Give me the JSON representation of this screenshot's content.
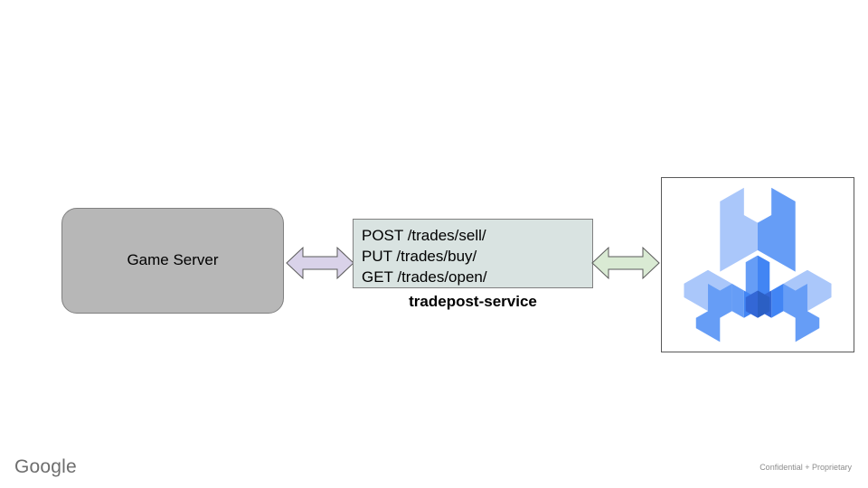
{
  "slide": {
    "background_color": "#ffffff",
    "footer": {
      "brand": "Google",
      "brand_color": "#6e6e6e",
      "confidentiality": "Confidential + Proprietary",
      "confidentiality_color": "#8c8c8c"
    }
  },
  "diagram": {
    "type": "architecture-flow",
    "nodes": [
      {
        "id": "game-server",
        "label": "Game Server",
        "shape": "rounded-rectangle",
        "fill": "#b7b7b7",
        "stroke": "#808080"
      },
      {
        "id": "tradepost-service",
        "caption": "tradepost-service",
        "shape": "rectangle",
        "fill": "#d9e3e1",
        "stroke": "#808080",
        "endpoints": [
          "POST /trades/sell/",
          "PUT /trades/buy/",
          "GET /trades/open/"
        ]
      },
      {
        "id": "cloud-tools-logo",
        "shape": "framed-image",
        "icon": "isometric-wrench-icon",
        "stroke": "#595959",
        "fill": "#ffffff",
        "palette": {
          "light": "#aac7fa",
          "medium": "#669df6",
          "dark": "#4285f4",
          "deep": "#3367d6"
        }
      }
    ],
    "connectors": [
      {
        "id": "game-server-to-service",
        "style": "double-headed-arrow",
        "fill": "#d9d2e9",
        "stroke": "#595959",
        "from": "game-server",
        "to": "tradepost-service"
      },
      {
        "id": "service-to-logo",
        "style": "double-headed-arrow",
        "fill": "#d9ead3",
        "stroke": "#595959",
        "from": "tradepost-service",
        "to": "cloud-tools-logo"
      }
    ]
  }
}
